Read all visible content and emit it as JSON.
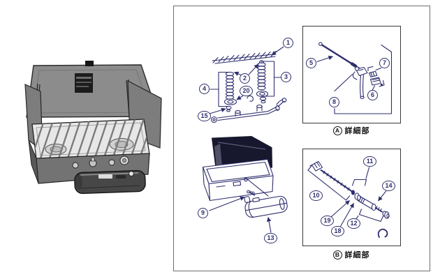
{
  "colors": {
    "line_art_navy": "#2e2e6e",
    "callout_navy": "#2e2e6e",
    "detail_box_border": "#3a3a3a",
    "panel_border": "#6e6e6e",
    "label_text": "#111111",
    "photo_gray": "#8c8c8c",
    "background": "#ffffff"
  },
  "panel": {
    "upper_assembly": {
      "callouts": [
        "1",
        "2",
        "3",
        "4",
        "20",
        "15"
      ]
    },
    "detail_a": {
      "letter": "A",
      "label": "詳細部",
      "callouts": [
        "5",
        "7",
        "6",
        "8"
      ]
    },
    "case_assembly": {
      "callouts": [
        "9",
        "13"
      ]
    },
    "detail_b": {
      "letter": "B",
      "label": "詳細部",
      "callouts": [
        "10",
        "11",
        "14",
        "19",
        "18",
        "12"
      ]
    }
  }
}
